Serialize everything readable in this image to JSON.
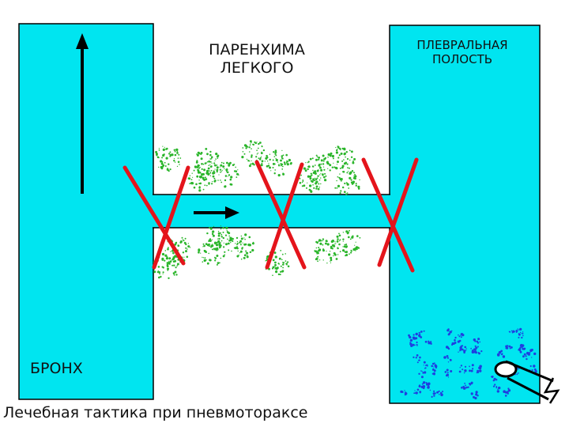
{
  "labels": {
    "parenchyma": "ПАРЕНХИМА ЛЕГКОГО",
    "pleural_cavity": "ПЛЕВРАЛЬНАЯ ПОЛОСТЬ",
    "bronchus": "БРОНХ"
  },
  "caption": "Лечебная тактика при пневмотораксе",
  "colors": {
    "cyan": "#00e5f0",
    "outline": "#000000",
    "cross": "#e4141b",
    "alveoli": "#2ab52a",
    "fluid": "#1f3fe0"
  },
  "icons": {
    "airflow_up": "arrow-up-icon",
    "airflow_right": "arrow-right-icon",
    "blocked": "red-x-cross-icon",
    "drain": "drainage-tube-icon"
  }
}
